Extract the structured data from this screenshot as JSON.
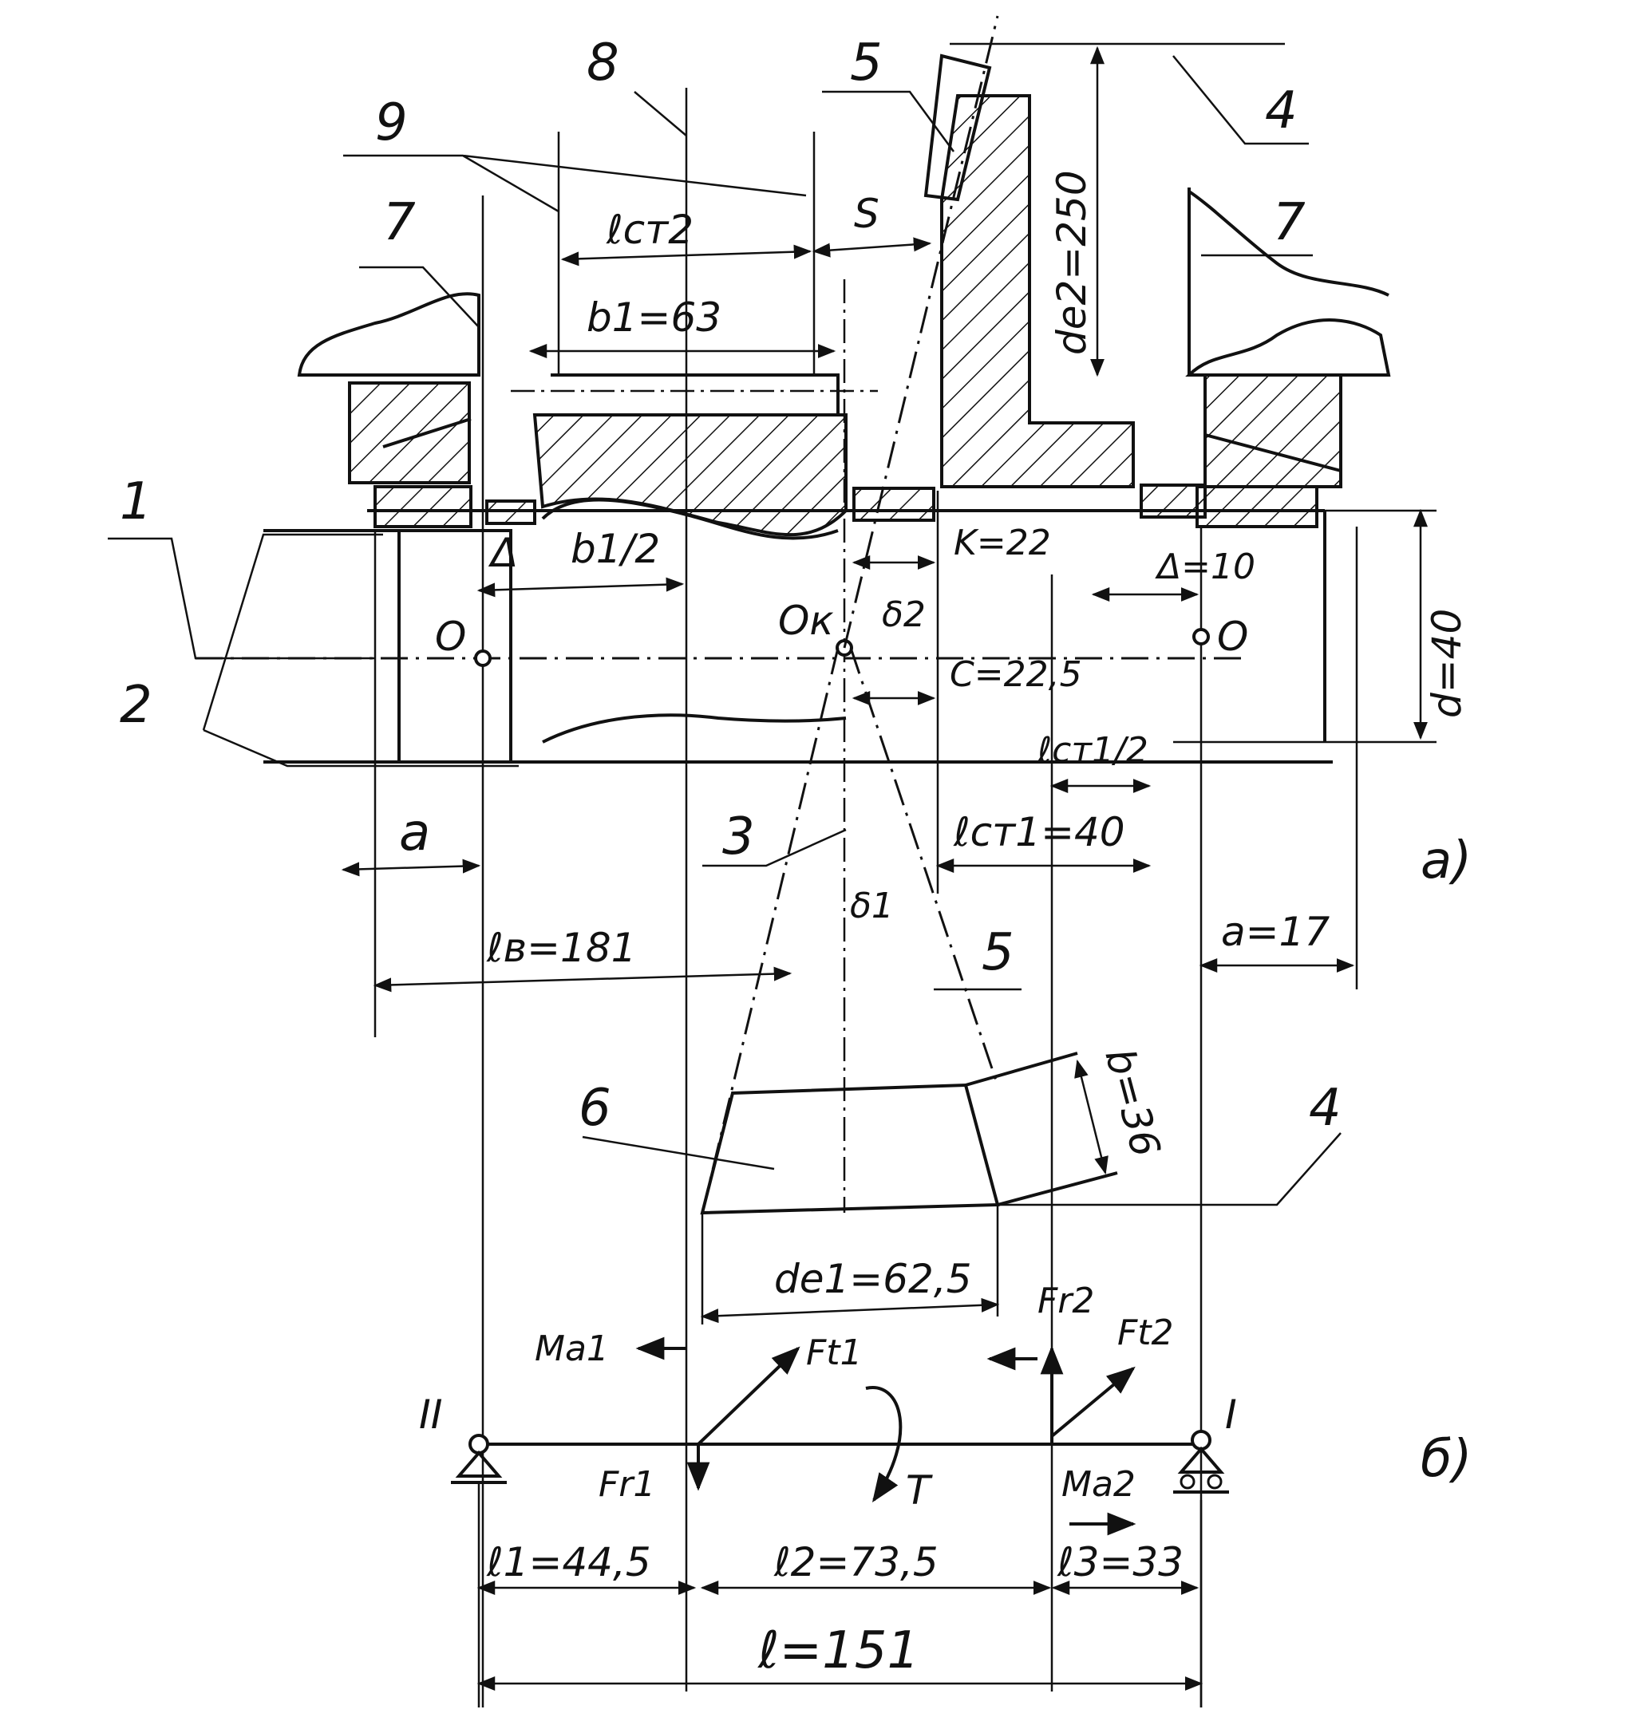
{
  "sheet_labels": {
    "view_a": "a)",
    "view_b": "б)"
  },
  "part_numbers": {
    "n1": "1",
    "n2": "2",
    "n3": "3",
    "n4_top": "4",
    "n4_bottom": "4",
    "n5_top": "5",
    "n5_mid": "5",
    "n6": "6",
    "n7_left": "7",
    "n7_right": "7",
    "n8": "8",
    "n9": "9"
  },
  "dimensions": {
    "lst2": "ℓст2",
    "S": "S",
    "b1": "b1=63",
    "b1_half": "b1/2",
    "delta_left": "Δ",
    "delta_right": "Δ=10",
    "K": "K=22",
    "C": "C=22,5",
    "lst1_half": "ℓст1/2",
    "lst1": "ℓст1=40",
    "de2": "de2=250",
    "d": "d=40",
    "a_left": "a",
    "a_right": "a=17",
    "lv": "ℓв=181",
    "b": "b=36",
    "de1": "de1=62,5",
    "delta1": "δ1",
    "delta2": "δ2",
    "O_left": "O",
    "O_right": "O",
    "Ok": "Oк"
  },
  "loading_scheme": {
    "support_left": "II",
    "support_right": "I",
    "Ma1": "Ma1",
    "Ft1": "Ft1",
    "Fr1": "Fr1",
    "Fr2": "Fr2",
    "Ft2": "Ft2",
    "Ma2": "Ma2",
    "T": "T",
    "l1": "ℓ1=44,5",
    "l2": "ℓ2=73,5",
    "l3": "ℓ3=33",
    "l": "ℓ=151"
  }
}
